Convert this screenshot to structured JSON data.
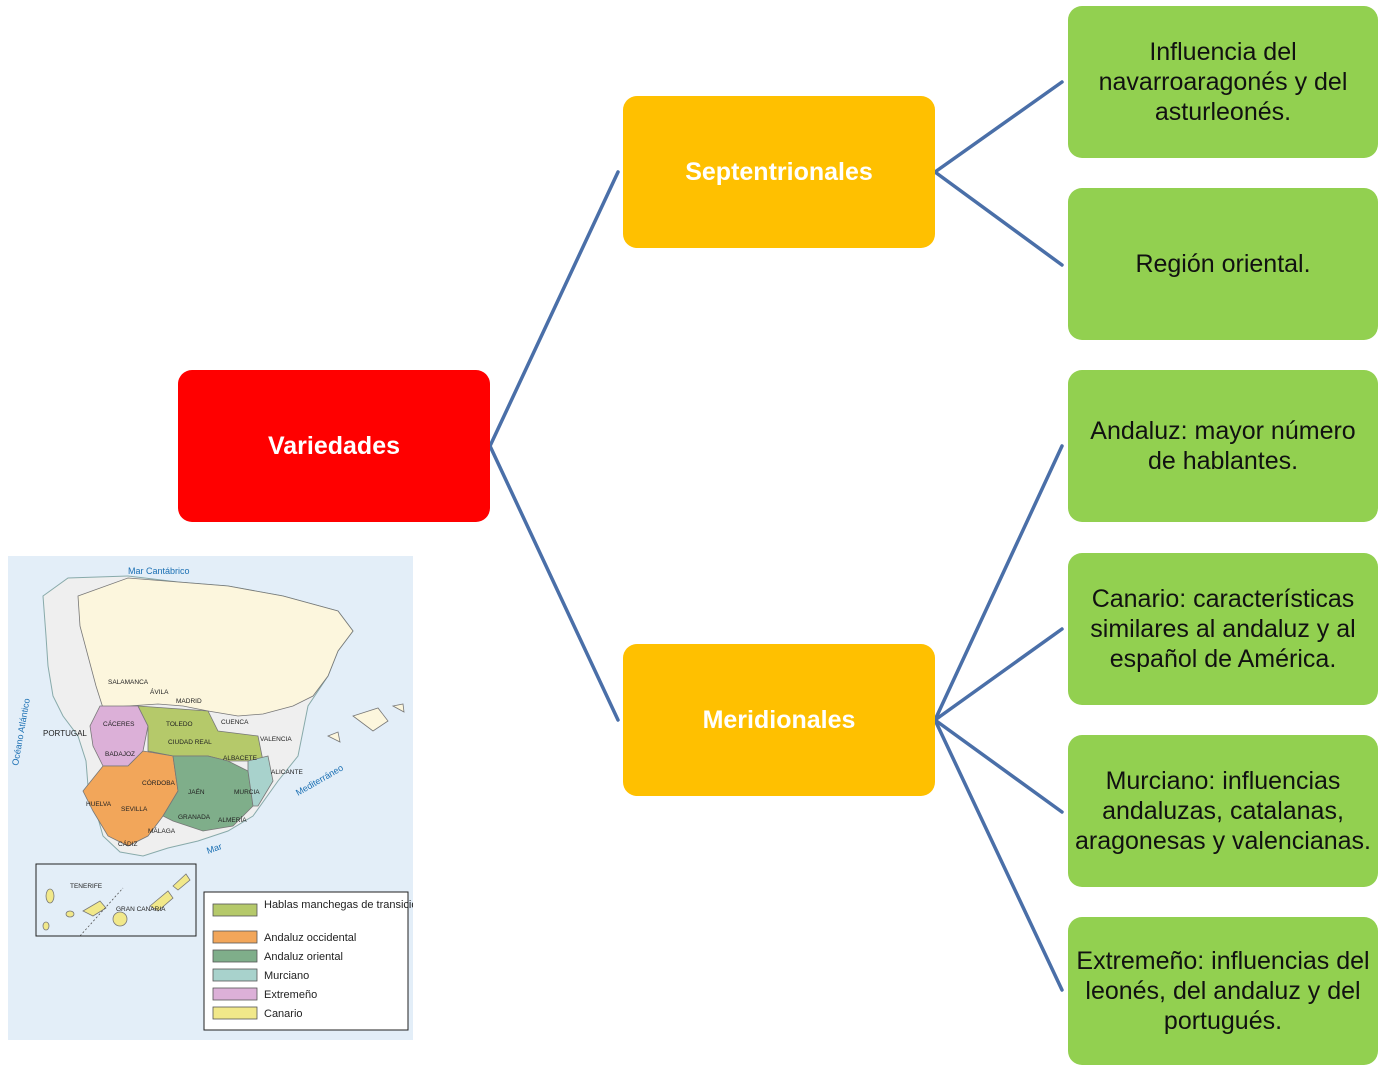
{
  "root": {
    "label": "Variedades"
  },
  "branches": [
    {
      "label": "Septentrionales",
      "children": [
        "Influencia del navarroaragonés y del asturleonés.",
        "Región oriental."
      ]
    },
    {
      "label": "Meridionales",
      "children": [
        "Andaluz: mayor número de hablantes.",
        "Canario: características similares al andaluz y al español de América.",
        "Murciano: influencias andaluzas, catalanas, aragonesas y valencianas.",
        "Extremeño: influencias del leonés, del andaluz y del portugués."
      ]
    }
  ],
  "map": {
    "sea_north": "Mar Cantábrico",
    "ocean": "Océano Atlántico",
    "sea_east": "Mediterráneo",
    "sea_south": "Mar",
    "country": "PORTUGAL",
    "cities": [
      "SALAMANCA",
      "ÁVILA",
      "MADRID",
      "CÁCERES",
      "TOLEDO",
      "CUENCA",
      "VALENCIA",
      "CIUDAD REAL",
      "ALBACETE",
      "BADAJOZ",
      "CÓRDOBA",
      "JAÉN",
      "MURCIA",
      "ALICANTE",
      "HUELVA",
      "SEVILLA",
      "GRANADA",
      "ALMERÍA",
      "MÁLAGA",
      "CÁDIZ"
    ],
    "islands": [
      "TENERIFE",
      "GRAN CANARIA"
    ],
    "legend": [
      {
        "label": "Hablas manchegas de transición",
        "color": "#b5c96a"
      },
      {
        "label": "Andaluz occidental",
        "color": "#f2a65a"
      },
      {
        "label": "Andaluz oriental",
        "color": "#7fae8a"
      },
      {
        "label": "Murciano",
        "color": "#a8d2cc"
      },
      {
        "label": "Extremeño",
        "color": "#dcb0d8"
      },
      {
        "label": "Canario",
        "color": "#f1e88a"
      }
    ]
  }
}
